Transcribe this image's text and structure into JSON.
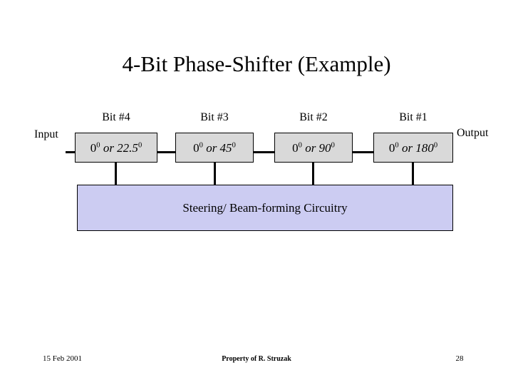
{
  "slide": {
    "title": "4-Bit Phase-Shifter (Example)",
    "input_label": "Input",
    "output_label": "Output",
    "steering_box_label": "Steering/ Beam-forming Circuitry",
    "bits": [
      {
        "label": "Bit #4",
        "value_prefix": "0",
        "value_sup1": "0",
        "value_mid": " or 22.5",
        "value_sup2": "0",
        "value_plain": "00 or 22.50"
      },
      {
        "label": "Bit #3",
        "value_prefix": "0",
        "value_sup1": "0",
        "value_mid": " or 45",
        "value_sup2": "0",
        "value_plain": "00 or 450"
      },
      {
        "label": "Bit #2",
        "value_prefix": "0",
        "value_sup1": "0",
        "value_mid": " or 90",
        "value_sup2": "0",
        "value_plain": "00 or 900"
      },
      {
        "label": "Bit #1",
        "value_prefix": "0",
        "value_sup1": "0",
        "value_mid": " or 180",
        "value_sup2": "0",
        "value_plain": "00 or 1800"
      }
    ],
    "footer": {
      "date": "15 Feb 2001",
      "center": "Property of R. Struzak",
      "page": "28"
    },
    "colors": {
      "bit_block_fill": "#d9d9d9",
      "steering_box_fill": "#ccccf2",
      "line": "#000000",
      "background": "#ffffff"
    }
  }
}
